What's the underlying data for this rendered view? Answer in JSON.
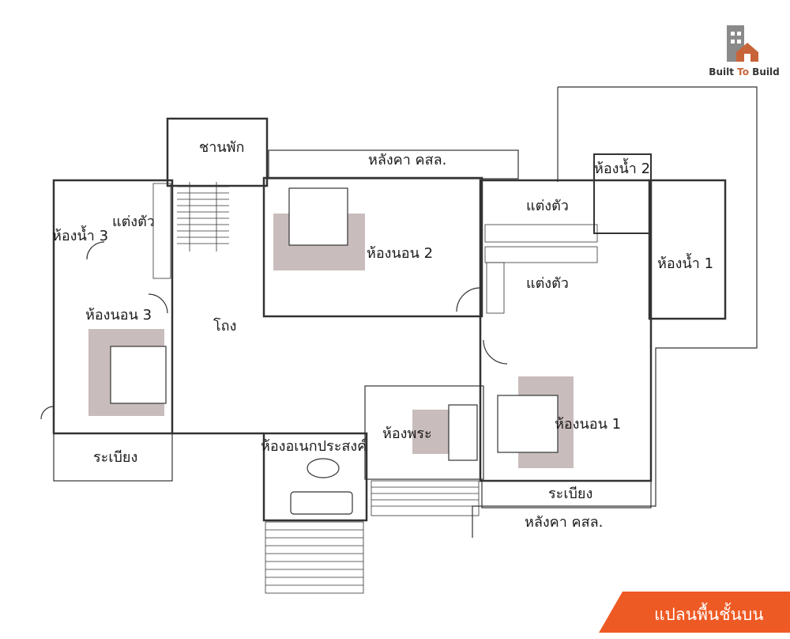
{
  "brand": {
    "name_part1": "Built",
    "name_part2": "To",
    "name_part3": "Build",
    "accent_color": "#c8643a",
    "icon": "house-logo-icon"
  },
  "banner": {
    "title": "แปลนพื้นชั้นบน",
    "color": "#ee5a24"
  },
  "rooms": {
    "stair_landing": "ชานพัก",
    "roof_slab_top": "หลังคา คสล.",
    "bathroom_2": "ห้องน้ำ 2",
    "dressing_top": "แต่งตัว",
    "bathroom_3": "ห้องน้ำ 3",
    "dressing_left": "แต่งตัว",
    "bedroom_2": "ห้องนอน 2",
    "bathroom_1": "ห้องน้ำ 1",
    "dressing_right": "แต่งตัว",
    "bedroom_3": "ห้องนอน 3",
    "hall": "โถง",
    "shrine_room": "ห้องพระ",
    "bedroom_1": "ห้องนอน 1",
    "multipurpose": "ห้องอเนกประสงค์",
    "balcony_left": "ระเบียง",
    "balcony_right": "ระเบียง",
    "roof_slab_bottom": "หลังคา คสล."
  },
  "colors": {
    "wall": "#333333",
    "rug": "#c9bcbc",
    "line": "#555555"
  }
}
